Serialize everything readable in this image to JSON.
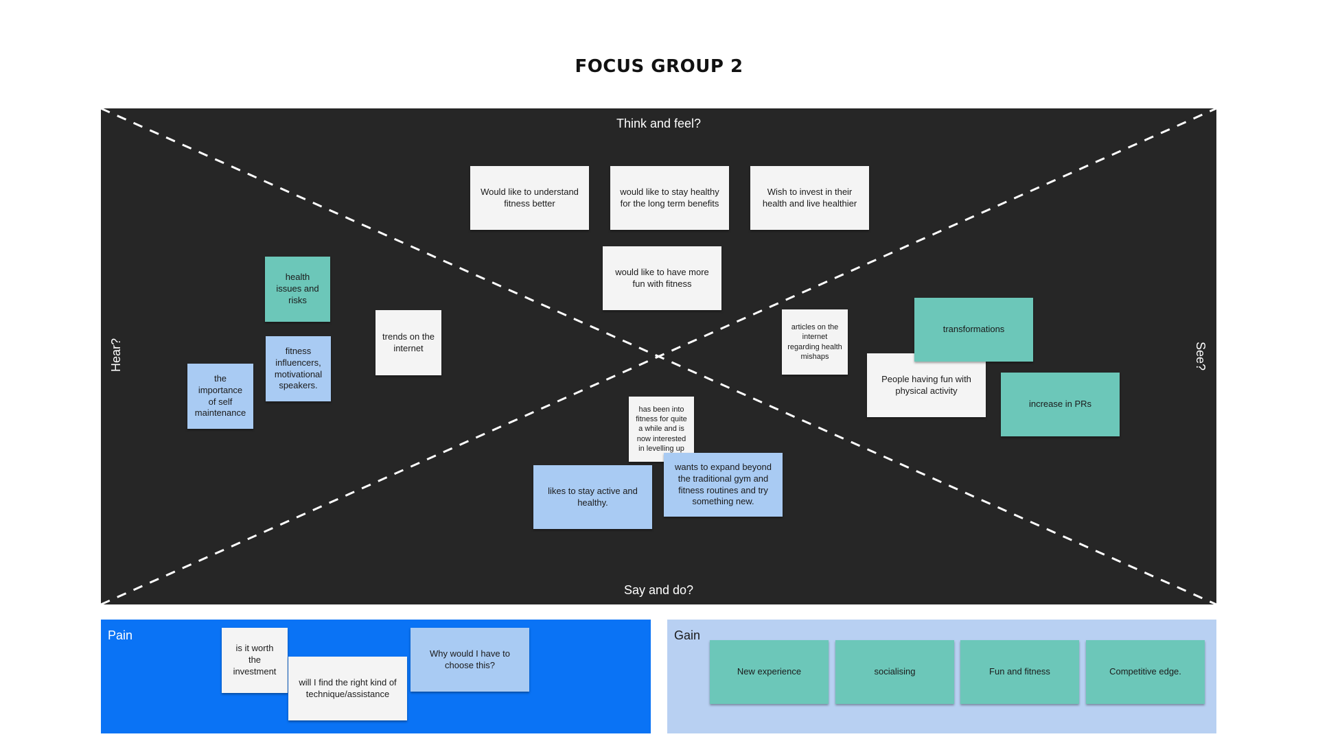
{
  "board": {
    "title": "FOCUS GROUP 2",
    "quadrants": {
      "top": "Think and feel?",
      "bottom": "Say and do?",
      "left": "Hear?",
      "right": "See?"
    },
    "colors": {
      "board_bg": "#262626",
      "white_note": "#f4f4f4",
      "teal_note": "#6cc7b9",
      "blue_note": "#a9cbf3",
      "pain_bg": "#0a73f5",
      "gain_bg": "#b8d0f2"
    },
    "notes": {
      "think_1": "Would like to understand fitness better",
      "think_2": "would like to stay healthy for the long term benefits",
      "think_3": "Wish to invest in their health and live healthier",
      "think_4": "would like to have more fun with fitness",
      "hear_1": "health issues and risks",
      "hear_2": "fitness influencers, motivational speakers.",
      "hear_3": "the importance of self maintenance",
      "hear_4": "trends on the internet",
      "see_1": "articles on the internet regarding health mishaps",
      "see_2": "transformations",
      "see_3": "People having fun with physical activity",
      "see_4": "increase in PRs",
      "say_1": "has been into fitness for quite a while and is now interested in levelling up",
      "say_2": "likes to stay active and healthy.",
      "say_3": "wants to expand beyond the traditional gym and fitness routines and try something new."
    }
  },
  "pain": {
    "title": "Pain",
    "notes": [
      "is it worth the investment",
      "will I find the right kind of technique/assistance",
      "Why would I have to choose this?"
    ]
  },
  "gain": {
    "title": "Gain",
    "notes": [
      "New experience",
      "socialising",
      "Fun and fitness",
      "Competitive edge."
    ]
  }
}
